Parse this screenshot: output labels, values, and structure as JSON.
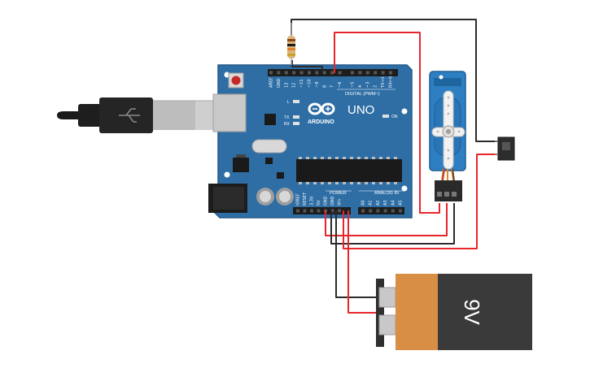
{
  "board": {
    "model": "UNO",
    "brand": "ARDUINO",
    "digital_header_label": "DIGITAL (PWM~)",
    "analog_header_label": "ANALOG IN",
    "power_header_label": "POWER",
    "on_label": "ON",
    "led_l_label": "L",
    "led_tx_label": "TX",
    "led_rx_label": "RX",
    "digital_pins": [
      "AREF",
      "GND",
      "13",
      "12",
      "~11",
      "~10",
      "~9",
      "8",
      "7",
      "~6",
      "~5",
      "4",
      "~3",
      "2",
      "TX→1",
      "RX←0"
    ],
    "power_pins": [
      "IOREF",
      "RESET",
      "3.3V",
      "5V",
      "GND",
      "GND",
      "Vin"
    ],
    "analog_pins": [
      "A0",
      "A1",
      "A2",
      "A3",
      "A4",
      "A5"
    ]
  },
  "battery": {
    "label": "9V"
  },
  "colors": {
    "board": "#2e6ea5",
    "board_dark": "#1f5585",
    "wire_red": "#e8262a",
    "wire_black": "#2b2b2b",
    "servo_body": "#2d7fc2",
    "battery_orange": "#d98e46",
    "battery_dark": "#3a3a3a"
  },
  "components": {
    "arduino": "arduino-uno-board",
    "servo": "micro-servo-motor",
    "resistor": "resistor",
    "switch": "slide-switch",
    "battery": "battery-9v",
    "usb_cable": "usb-b-cable"
  }
}
